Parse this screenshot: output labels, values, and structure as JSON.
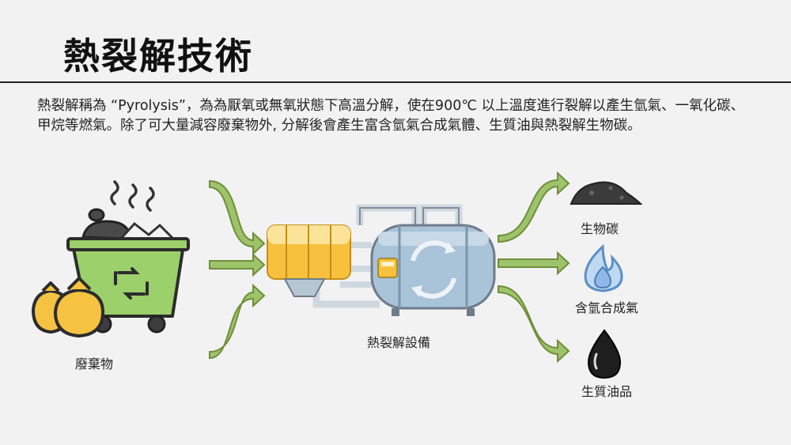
{
  "slide": {
    "title": "熱裂解技術",
    "paragraph": "熱裂解稱為 “Pyrolysis”，為為厭氧或無氧狀態下高溫分解，使在900℃ 以上溫度進行裂解以產生氫氣、一氧化碳、甲烷等燃氣。除了可大量減容廢棄物外, 分解後會產生富含氫氣合成氣體、生質油與熱裂解生物碳。"
  },
  "diagram": {
    "input_label": "廢棄物",
    "equipment_label": "熱裂解設備",
    "outputs": [
      {
        "label": "生物碳",
        "icon": "biochar-pile-icon"
      },
      {
        "label": "含氫合成氣",
        "icon": "flame-icon"
      },
      {
        "label": "生質油品",
        "icon": "oil-drop-icon"
      }
    ],
    "colors": {
      "arrow": "#9dc46a",
      "arrow_outline": "#6e8f3a",
      "bin": "#9cd06a",
      "bag": "#f5c242",
      "tank": "#a9c3d8",
      "filter": "#f7c13d",
      "flame": "#8fb8e6"
    }
  }
}
